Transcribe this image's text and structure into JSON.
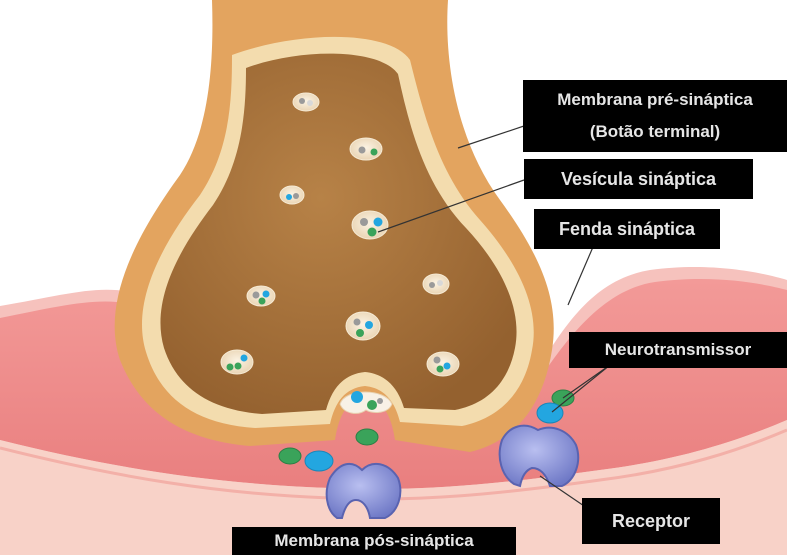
{
  "labels": {
    "pre_line1": "Membrana pré-sináptica",
    "pre_line2": "(Botão terminal)",
    "vesicula": "Vesícula sináptica",
    "fenda": "Fenda sináptica",
    "neurotransmissor": "Neurotransmissor",
    "receptor": "Receptor",
    "pos": "Membrana pós-sináptica"
  },
  "colors": {
    "membrane_outer": "#e3a45f",
    "membrane_inner": "#f1d8a8",
    "cytoplasm": "#a9753f",
    "postsynaptic": "#ef8f8f",
    "postsynaptic_light": "#f8c7c0",
    "receptor": "#8b94d8",
    "nt_green": "#3aa35a",
    "nt_blue": "#23a6e0",
    "label_bg": "#000000",
    "label_text": "#e6e6e6"
  }
}
